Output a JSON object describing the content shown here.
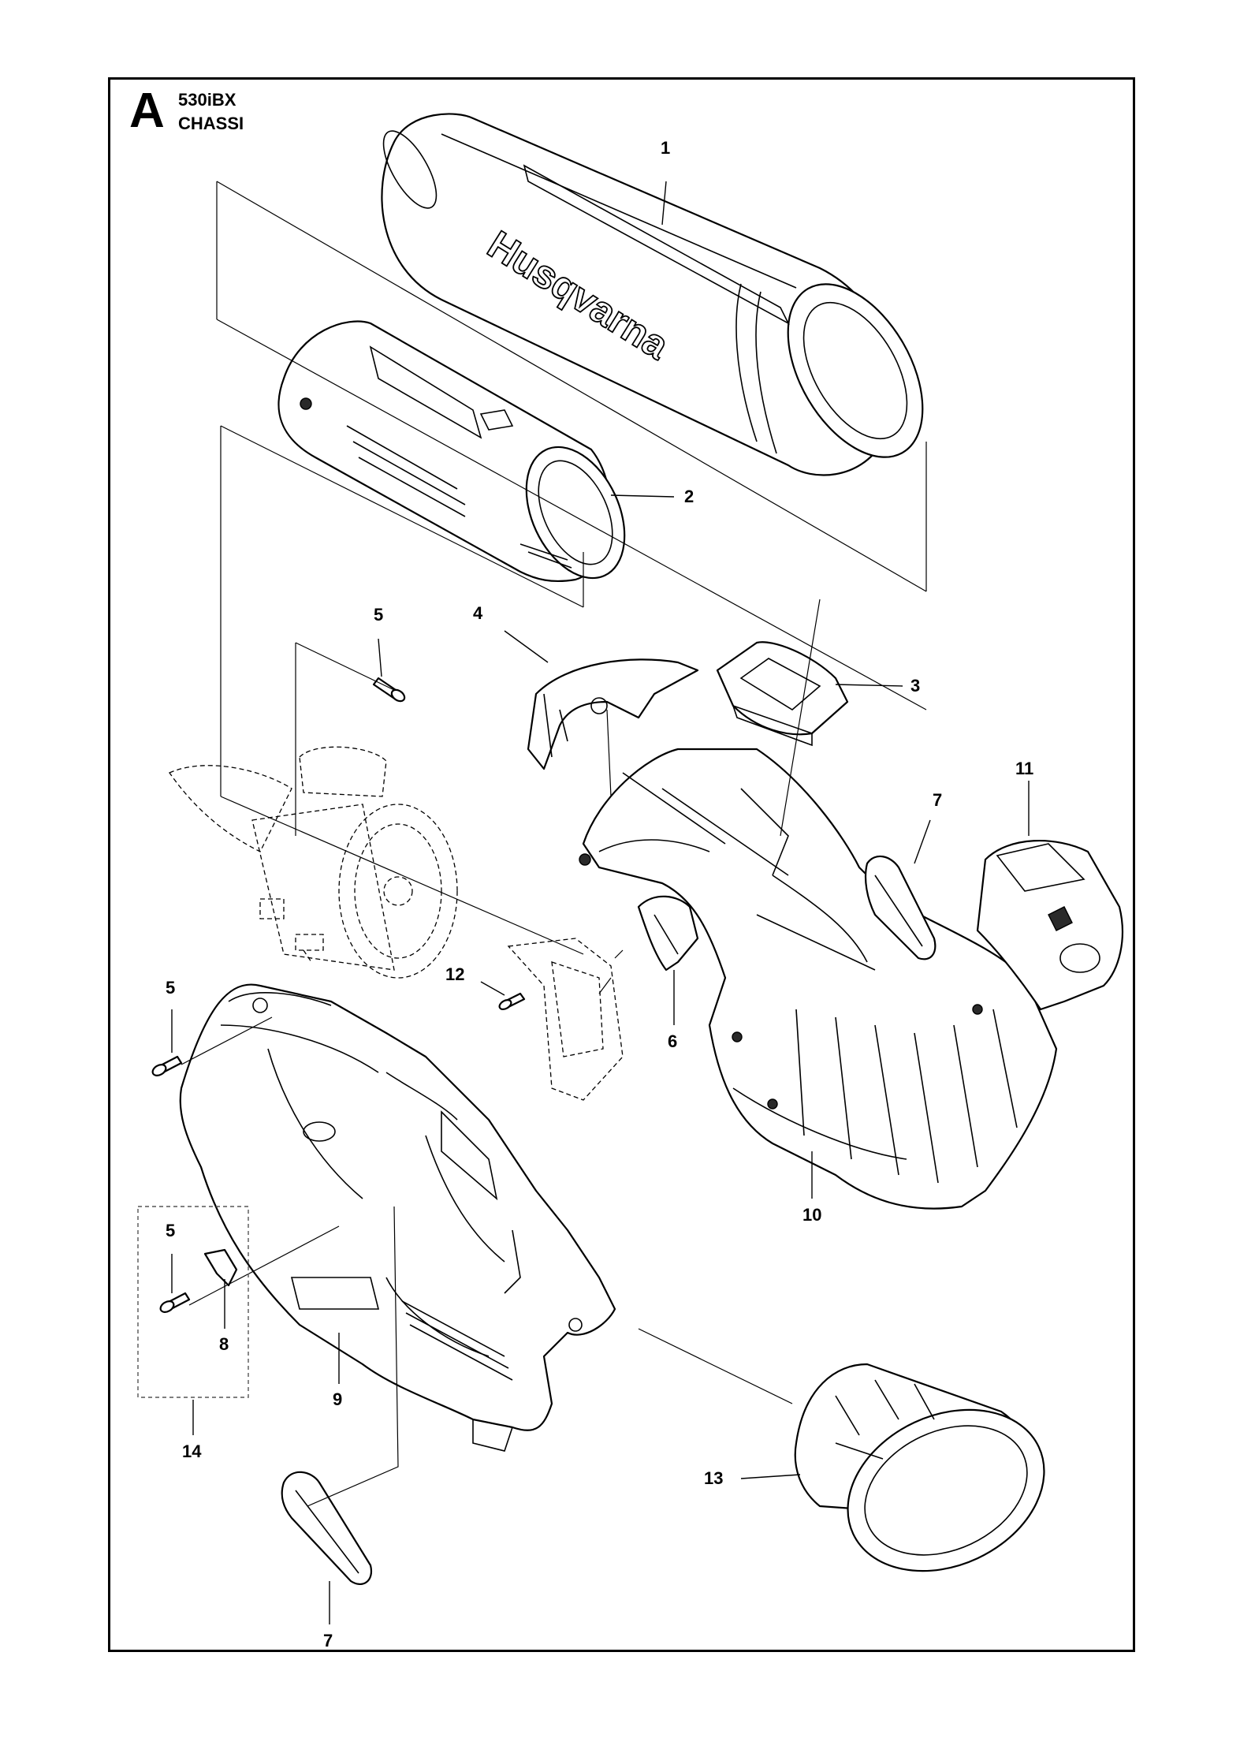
{
  "header": {
    "section_letter": "A",
    "model": "530iBX",
    "section_name": "CHASSI"
  },
  "brand_text": "Husqvarna",
  "callouts": [
    "1",
    "2",
    "3",
    "4",
    "5",
    "5",
    "5",
    "6",
    "7",
    "7",
    "8",
    "9",
    "10",
    "11",
    "12",
    "13",
    "14"
  ]
}
